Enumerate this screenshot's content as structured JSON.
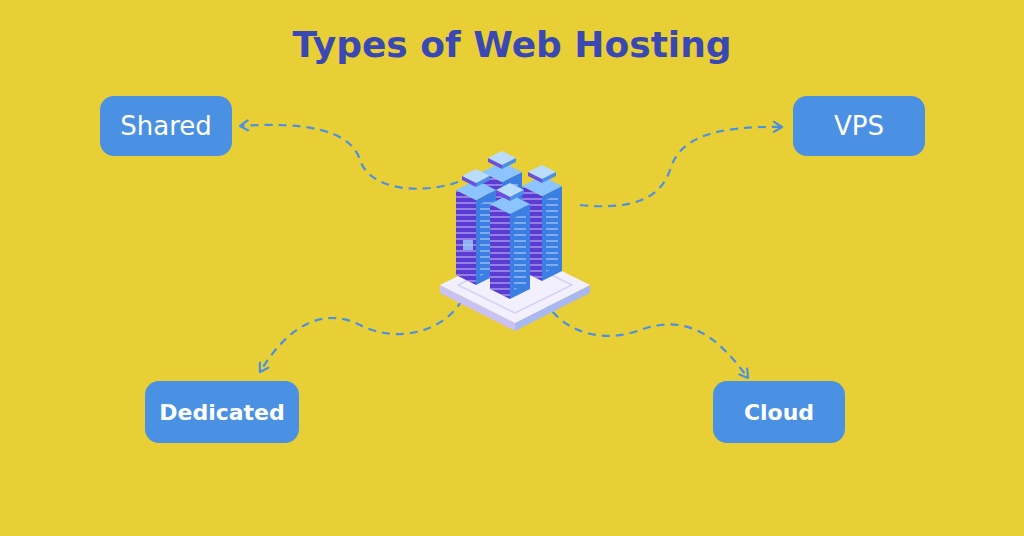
{
  "diagram": {
    "title": "Types of Web Hosting",
    "nodes": [
      {
        "text": [
          "Shared"
        ]
      },
      {
        "text": [
          "VPS"
        ]
      },
      {
        "text": [
          "Dedicated"
        ]
      },
      {
        "text": [
          "Cloud"
        ]
      }
    ]
  }
}
